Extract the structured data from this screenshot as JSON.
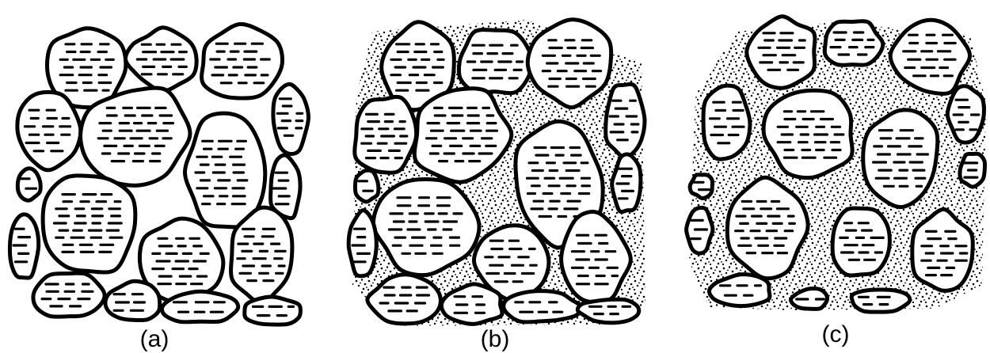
{
  "colors": {
    "ink": "#000000",
    "paper": "#ffffff"
  },
  "panels": [
    {
      "id": "a",
      "label": "(a)",
      "matrix": "none"
    },
    {
      "id": "b",
      "label": "(b)",
      "matrix": "partial"
    },
    {
      "id": "c",
      "label": "(c)",
      "matrix": "full"
    }
  ]
}
